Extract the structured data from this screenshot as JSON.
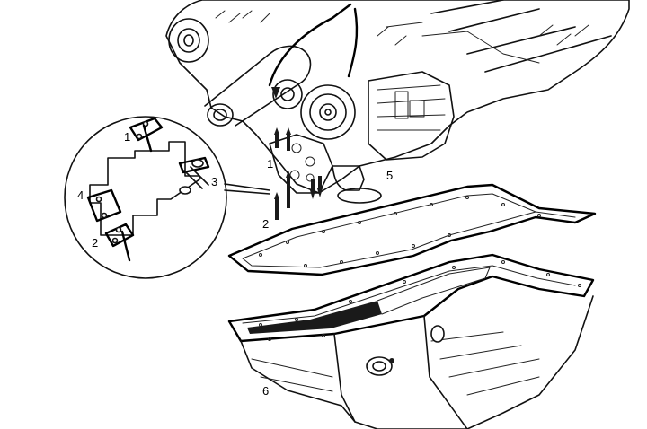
{
  "callouts": {
    "c1_main": "1",
    "c2_main": "2",
    "c3": "3",
    "c5": "5",
    "c6": "6",
    "c1_detail": "1",
    "c2_detail": "2",
    "c4": "4"
  },
  "icons": {
    "arrow": "up-down-arrow-icon",
    "bolt": "bolt-icon"
  }
}
